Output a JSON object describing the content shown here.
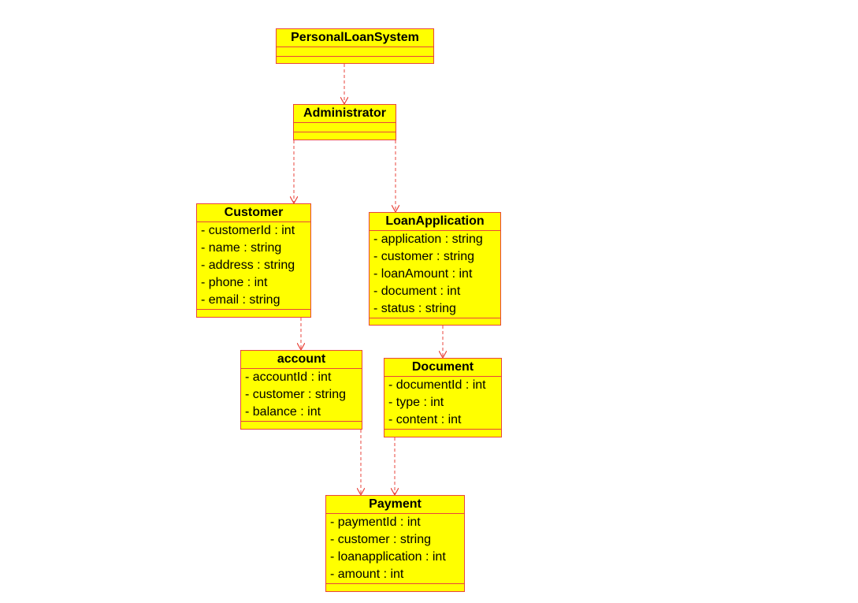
{
  "diagram": {
    "line_color": "#e8453c",
    "fill_color": "#ffff00",
    "classes": {
      "personalloansystem": {
        "name": "PersonalLoanSystem",
        "attributes": []
      },
      "administrator": {
        "name": "Administrator",
        "attributes": []
      },
      "customer": {
        "name": "Customer",
        "attributes": [
          "- customerId : int",
          "- name : string",
          "- address : string",
          "- phone : int",
          "- email : string"
        ]
      },
      "loanapplication": {
        "name": "LoanApplication",
        "attributes": [
          "- application : string",
          "- customer : string",
          "- loanAmount : int",
          "- document : int",
          "- status : string"
        ]
      },
      "account": {
        "name": "account",
        "attributes": [
          "- accountId : int",
          "- customer : string",
          "- balance : int"
        ]
      },
      "document": {
        "name": "Document",
        "attributes": [
          "- documentId : int",
          "- type : int",
          "- content : int"
        ]
      },
      "payment": {
        "name": "Payment",
        "attributes": [
          "- paymentId : int",
          "- customer : string",
          "- loanapplication : int",
          "- amount : int"
        ]
      }
    },
    "relations": [
      {
        "from": "personalloansystem",
        "to": "administrator",
        "type": "dependency"
      },
      {
        "from": "administrator",
        "to": "customer",
        "type": "dependency"
      },
      {
        "from": "administrator",
        "to": "loanapplication",
        "type": "dependency"
      },
      {
        "from": "customer",
        "to": "account",
        "type": "dependency"
      },
      {
        "from": "loanapplication",
        "to": "document",
        "type": "dependency"
      },
      {
        "from": "account",
        "to": "payment",
        "type": "dependency"
      },
      {
        "from": "document",
        "to": "payment",
        "type": "dependency"
      }
    ]
  }
}
